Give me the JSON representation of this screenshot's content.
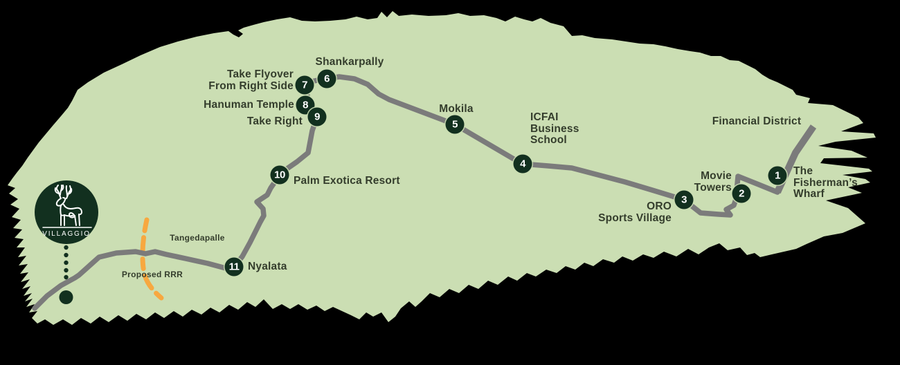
{
  "theme": {
    "background": "#000000",
    "land_green": "#cbdeb3",
    "route_gray": "#7b7b7b",
    "marker_dark_green": "#12301f",
    "label_color": "#343d2c",
    "proposed_orange": "#f7a840",
    "white": "#ffffff"
  },
  "brand": {
    "name": "VILLAGGIO",
    "logo_icon": "stag-icon"
  },
  "route": {
    "stops": [
      {
        "n": "1",
        "label": "The\nFisherman’s\nWharf"
      },
      {
        "n": "2",
        "label": "Movie\nTowers"
      },
      {
        "n": "3",
        "label": "ORO\nSports Village"
      },
      {
        "n": "4",
        "label": "ICFAI\nBusiness\nSchool"
      },
      {
        "n": "5",
        "label": "Mokila"
      },
      {
        "n": "6",
        "label": "Shankarpally"
      },
      {
        "n": "7",
        "label": "Take Flyover\nFrom Right Side"
      },
      {
        "n": "8",
        "label": "Hanuman Temple"
      },
      {
        "n": "9",
        "label": "Take Right"
      },
      {
        "n": "10",
        "label": "Palm Exotica Resort"
      },
      {
        "n": "11",
        "label": "Nyalata"
      }
    ],
    "area_labels": {
      "financial_district": "Financial District",
      "tangedapalle": "Tangedapalle",
      "proposed_rrr": "Proposed RRR"
    }
  }
}
